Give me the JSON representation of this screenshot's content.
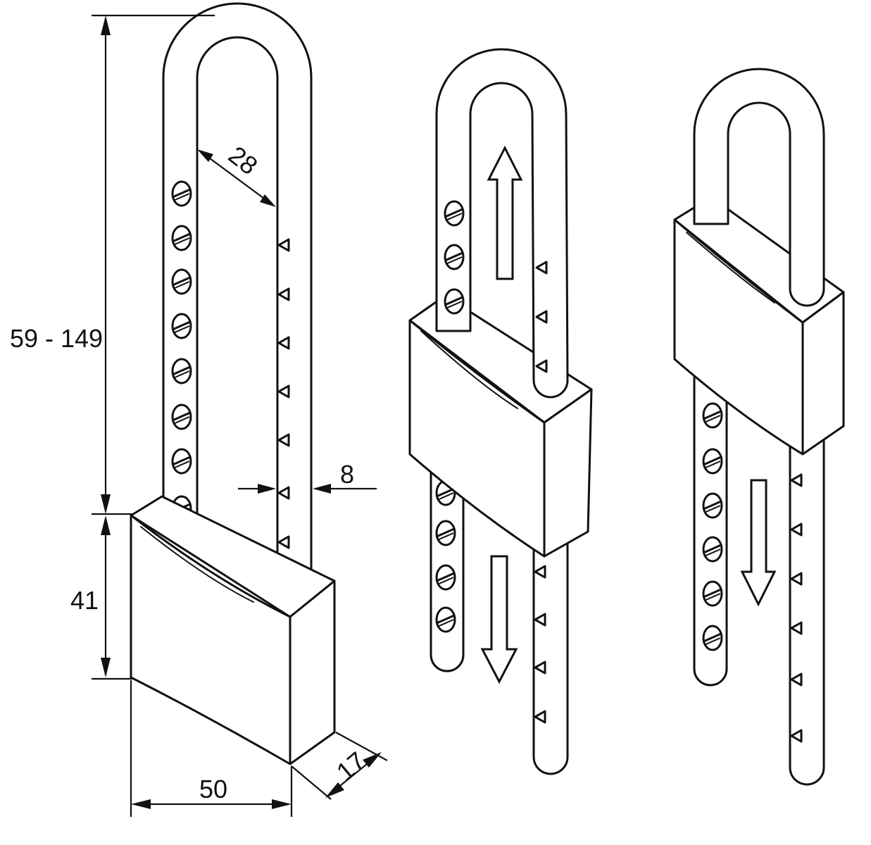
{
  "dimensions": {
    "shackle_height": "59 - 149",
    "body_height": "41",
    "body_width": "50",
    "body_depth": "17",
    "shackle_inner_width": "28",
    "shackle_diameter": "8"
  },
  "line_color": "#111111",
  "background_color": "#ffffff",
  "icons": [
    "arrow-up-icon",
    "arrow-down-icon"
  ]
}
